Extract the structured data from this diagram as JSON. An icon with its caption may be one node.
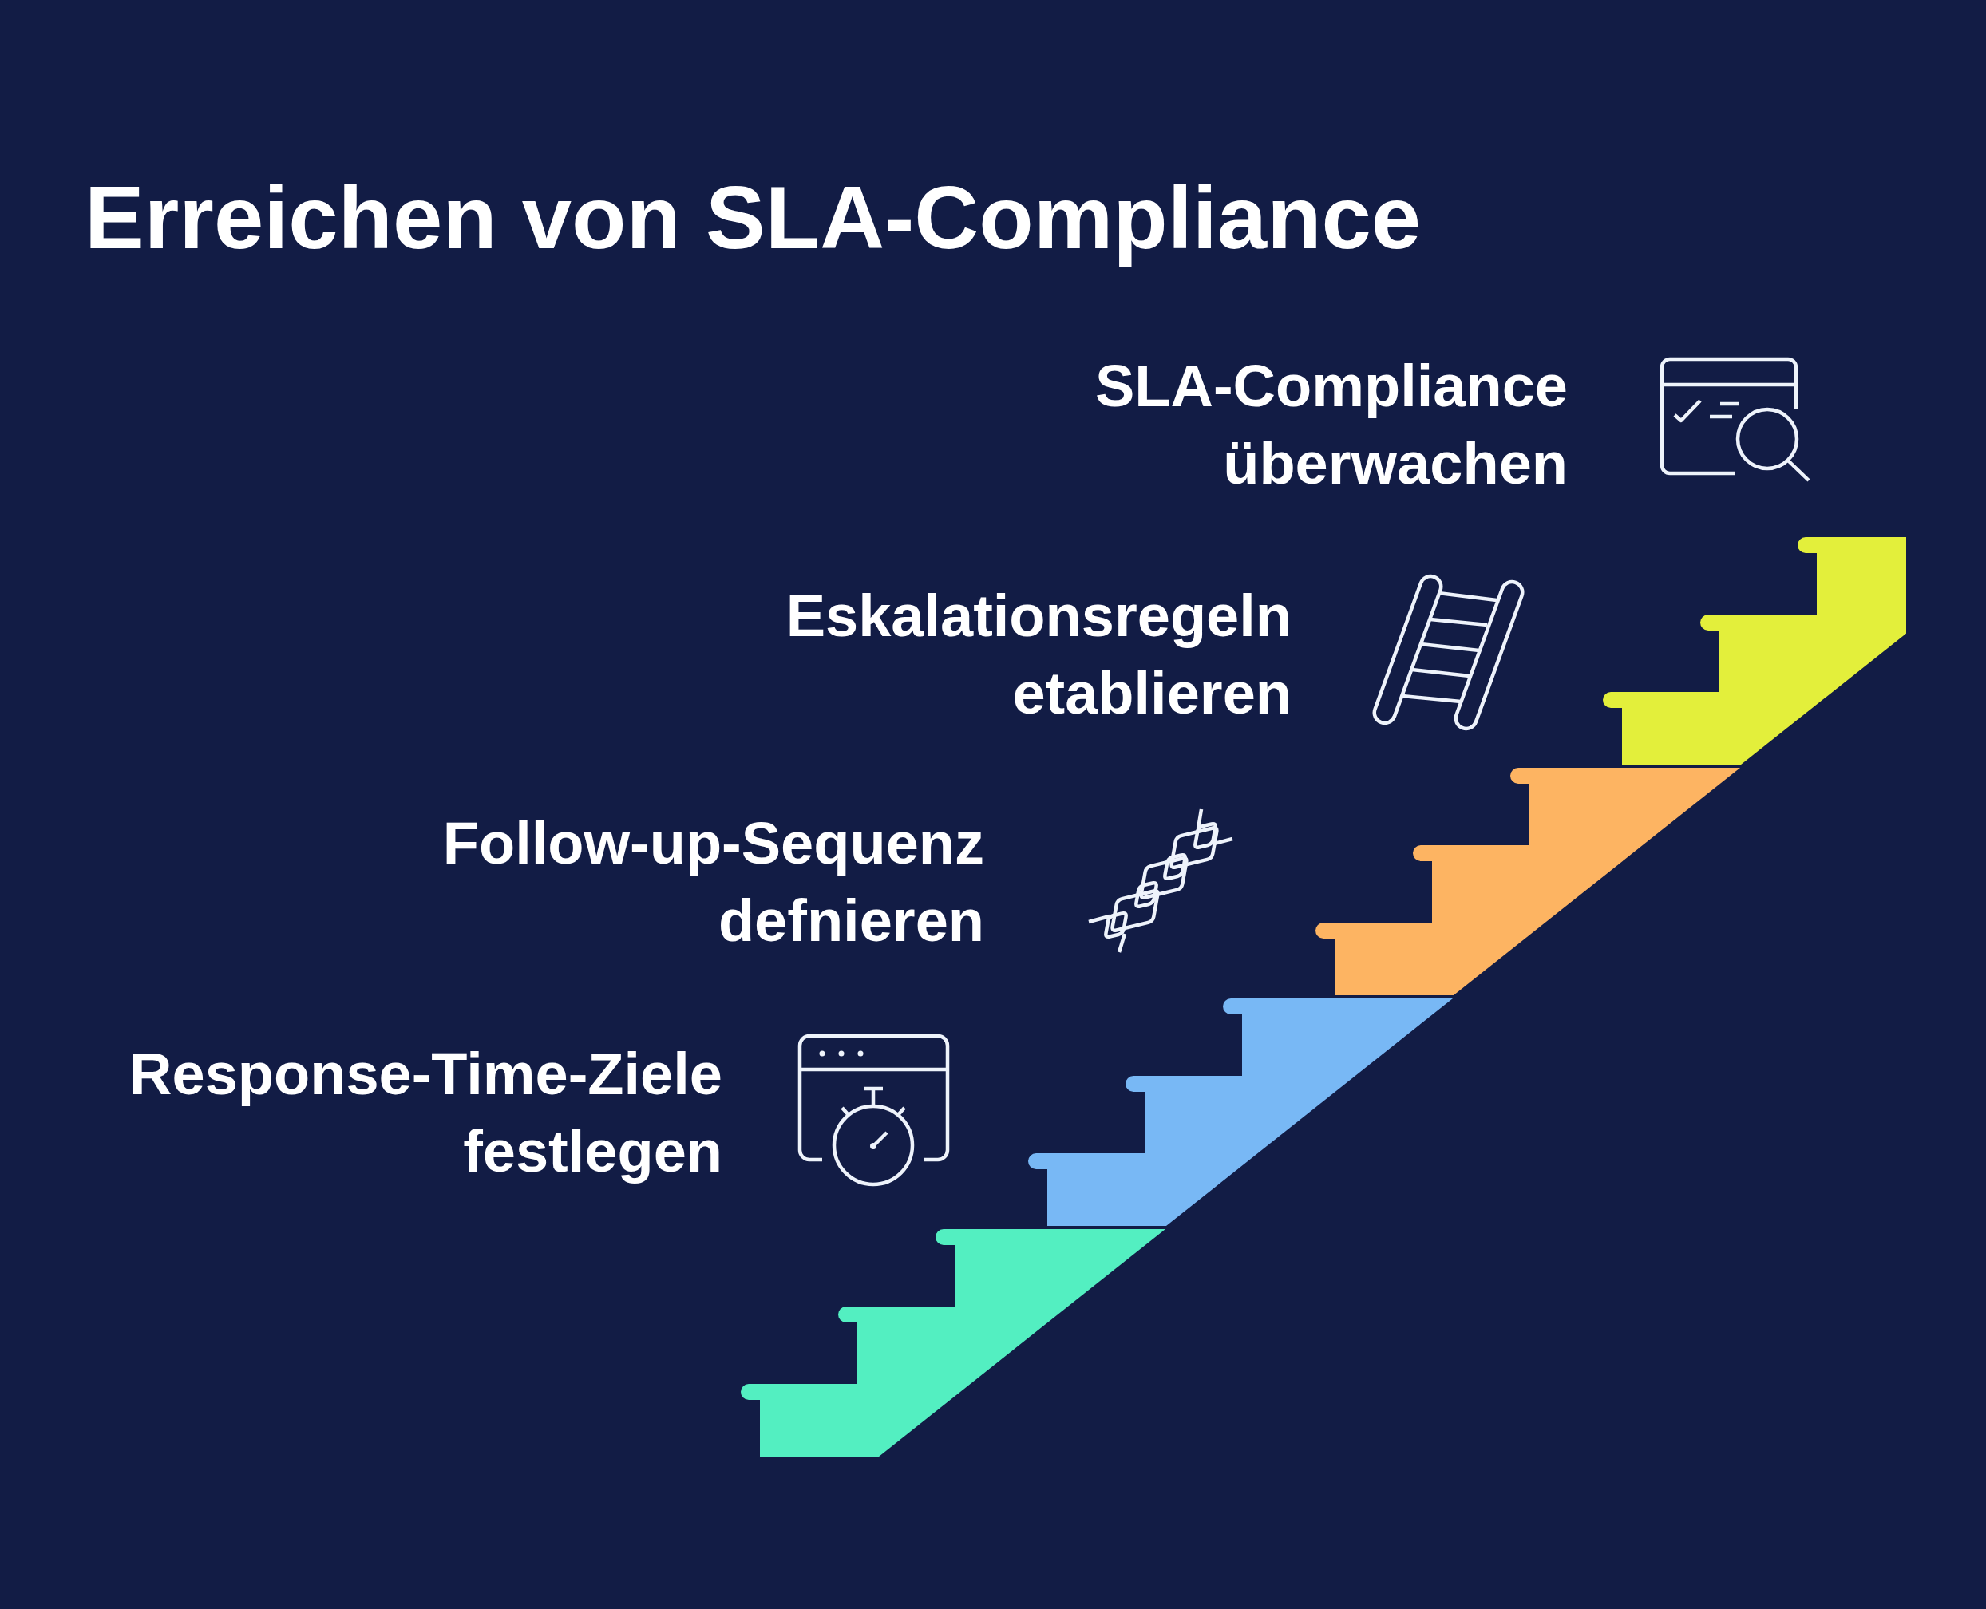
{
  "diagram": {
    "title": "Erreichen von SLA-Compliance",
    "nodes": [
      {
        "text": [],
        "shape": "stairs",
        "beside": [
          "Response-Time-Ziele festlegen"
        ]
      },
      {
        "text": [],
        "shape": "stairs",
        "beside": [
          "Follow-up-Sequenz defnieren"
        ]
      },
      {
        "text": [],
        "shape": "stairs",
        "beside": [
          "Eskalationsregeln etablieren"
        ]
      },
      {
        "text": [],
        "shape": "stairs",
        "beside": [
          "SLA-Compliance überwachen"
        ]
      }
    ]
  }
}
